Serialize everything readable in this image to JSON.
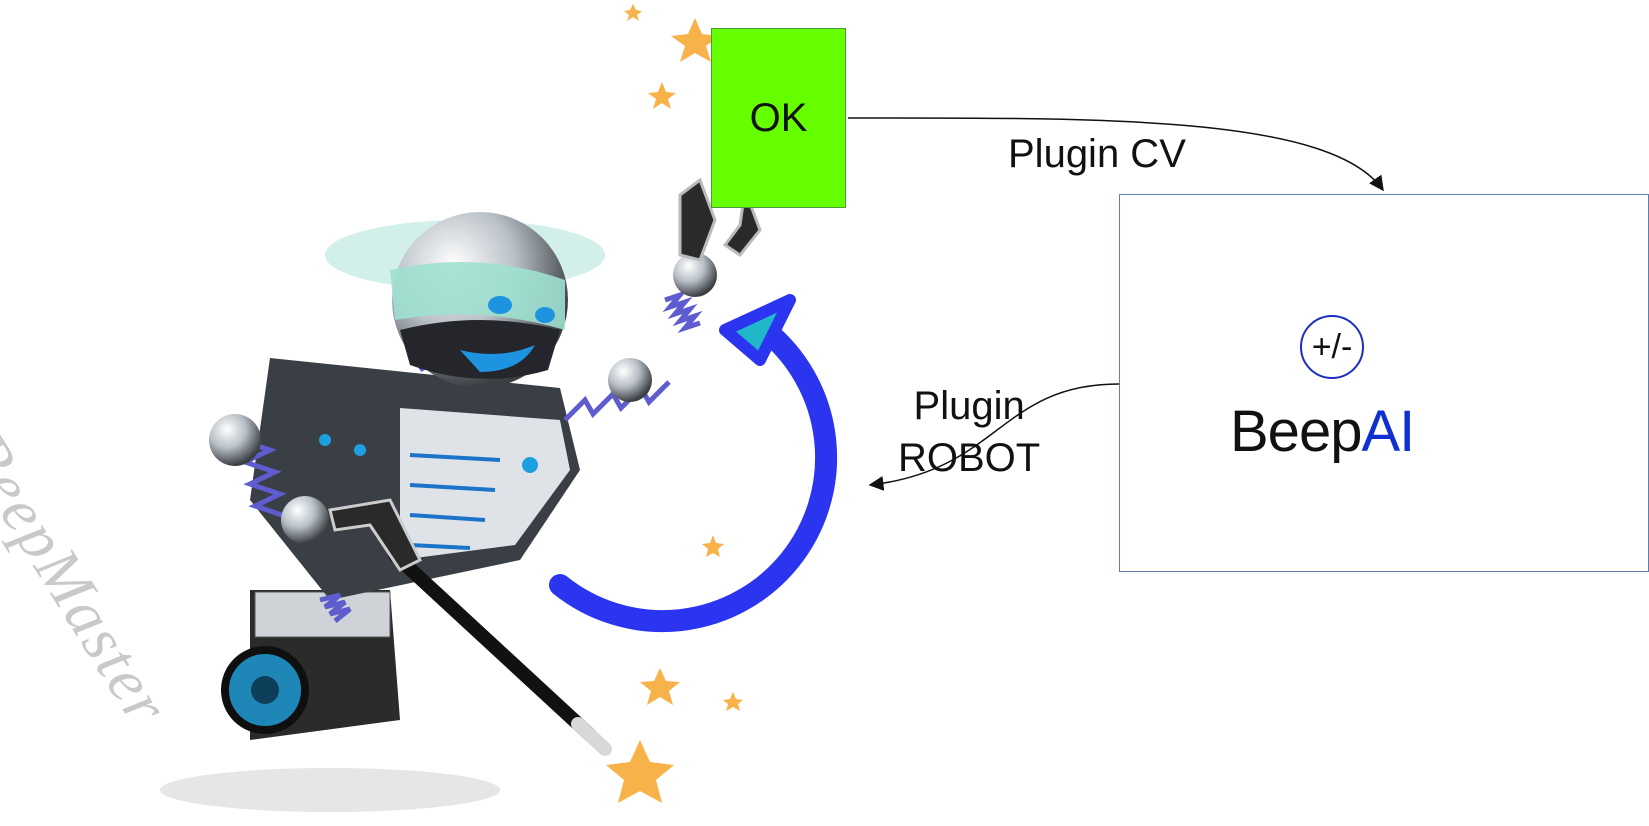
{
  "ok_box": {
    "label": "OK",
    "color": "#66ff00"
  },
  "edges": {
    "cv_label": "Plugin CV",
    "robot_label_line1": "Plugin",
    "robot_label_line2": "ROBOT"
  },
  "panel": {
    "title_beep": "Beep",
    "title_ai": "AI",
    "op_label": "+/-"
  },
  "watermark": "BeepMaster",
  "colors": {
    "cycle_arrow": "#2b35f0",
    "ai_node": "#f6c9a8",
    "beep_node": "#c8f5b0"
  }
}
